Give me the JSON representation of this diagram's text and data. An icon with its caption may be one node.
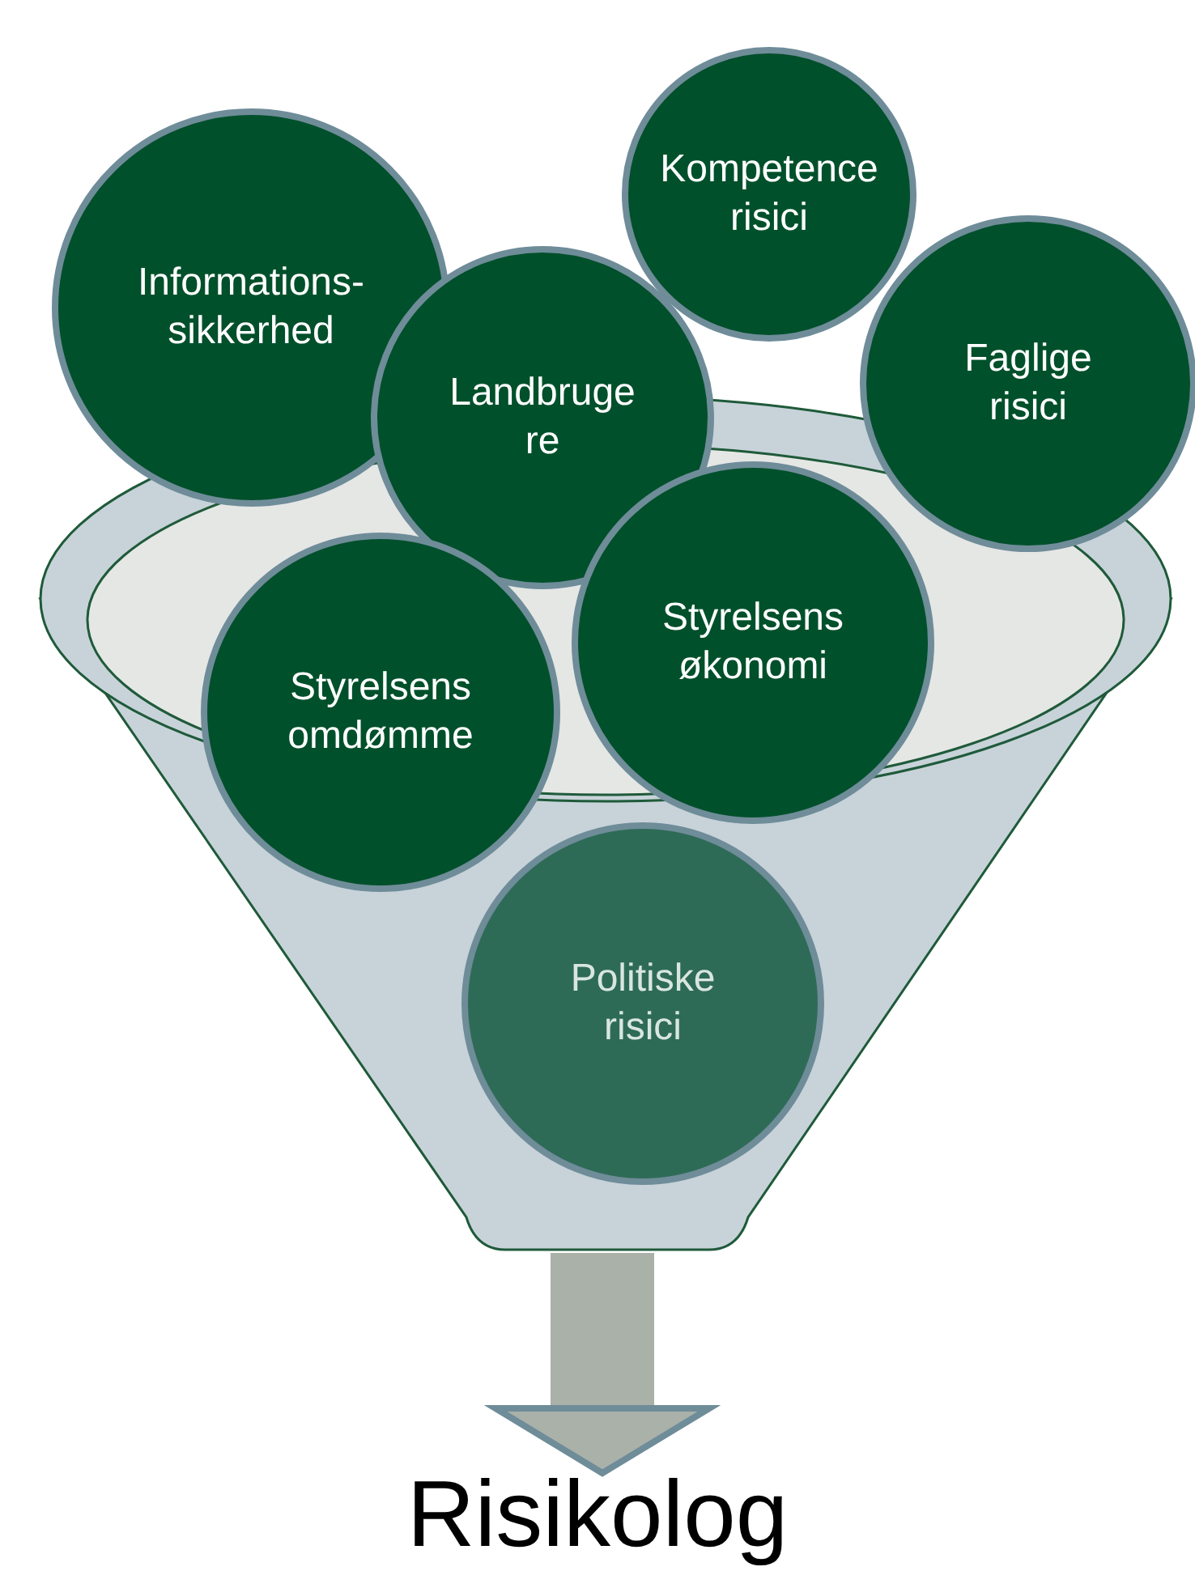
{
  "diagram": {
    "nodes": [
      {
        "text": [],
        "shape": "funnel"
      },
      {
        "text": [
          "Kompetence risici"
        ]
      },
      {
        "text": [
          "Informations- sikkerhed"
        ]
      },
      {
        "text": [
          "Landbrugere"
        ]
      },
      {
        "text": [
          "Faglige risici"
        ]
      },
      {
        "text": [
          "Styrelsens økonomi"
        ]
      },
      {
        "text": [
          "Styrelsens omdømme"
        ]
      },
      {
        "text": [
          "Politiske risici"
        ],
        "in": 0
      },
      {
        "text": [
          "Risikolog"
        ]
      }
    ],
    "edges": [
      {
        "from": 0,
        "to": 8,
        "arrow": "to"
      }
    ]
  }
}
